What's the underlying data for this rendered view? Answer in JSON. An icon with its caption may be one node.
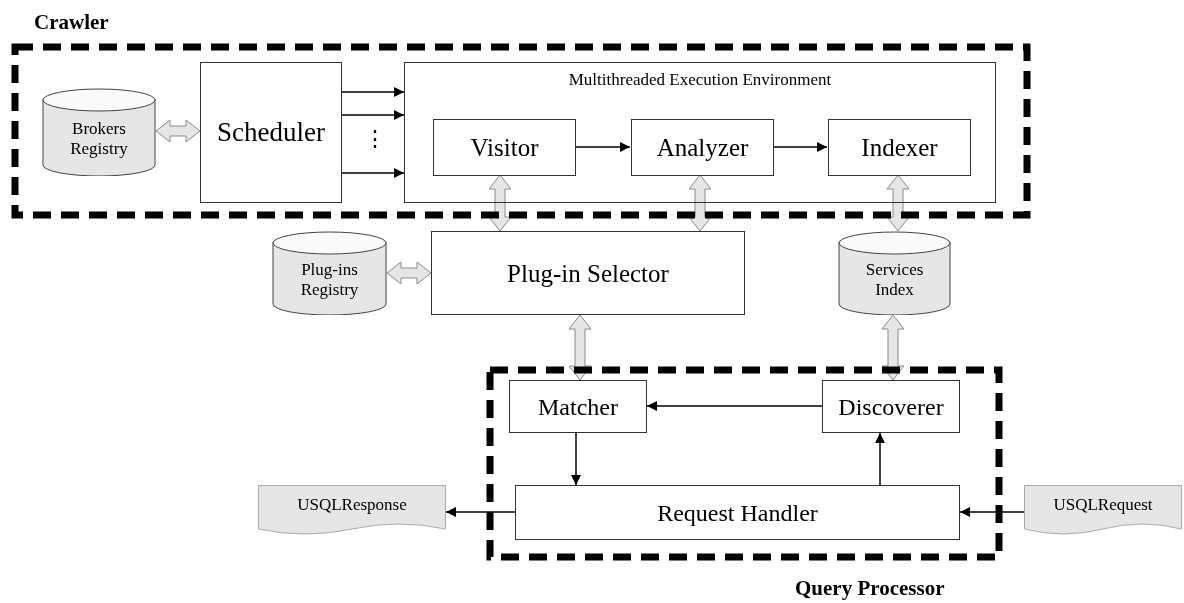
{
  "diagram": {
    "nodes": [
      {
        "text": [
          "Crawler"
        ]
      },
      {
        "text": [
          "Brokers Registry"
        ],
        "in": 0
      },
      {
        "text": [
          "Scheduler"
        ],
        "in": 0
      },
      {
        "text": [
          "Multithreaded Execution Environment"
        ],
        "in": 0
      },
      {
        "text": [
          "Visitor"
        ],
        "in": 3
      },
      {
        "text": [
          "Analyzer"
        ],
        "in": 3
      },
      {
        "text": [
          "Indexer"
        ],
        "in": 3
      },
      {
        "text": [
          "Plug-ins Registry"
        ]
      },
      {
        "text": [
          "Plug-in Selector"
        ]
      },
      {
        "text": [
          "Services Index"
        ]
      },
      {
        "text": [
          "Query Processor"
        ]
      },
      {
        "text": [
          "Matcher"
        ],
        "in": 10
      },
      {
        "text": [
          "Discoverer"
        ],
        "in": 10
      },
      {
        "text": [
          "Request Handler"
        ],
        "in": 10
      },
      {
        "text": [
          "USQLResponse"
        ]
      },
      {
        "text": [
          "USQLRequest"
        ]
      }
    ],
    "edges": [
      {
        "from": 1,
        "to": 2,
        "arrow": "both",
        "style": "thick",
        "color": "#e6e6e6"
      },
      {
        "from": 2,
        "to": 3,
        "arrow": "to"
      },
      {
        "from": 2,
        "to": 3,
        "arrow": "to"
      },
      {
        "from": 2,
        "to": 3,
        "arrow": "to"
      },
      {
        "from": 4,
        "to": 5,
        "arrow": "to"
      },
      {
        "from": 5,
        "to": 6,
        "arrow": "to"
      },
      {
        "from": 4,
        "to": 8,
        "arrow": "both",
        "style": "thick",
        "color": "#e6e6e6"
      },
      {
        "from": 5,
        "to": 8,
        "arrow": "both",
        "style": "thick",
        "color": "#e6e6e6"
      },
      {
        "from": 6,
        "to": 9,
        "arrow": "both",
        "style": "thick",
        "color": "#e6e6e6"
      },
      {
        "from": 7,
        "to": 8,
        "arrow": "both",
        "style": "thick",
        "color": "#e6e6e6"
      },
      {
        "from": 8,
        "to": 11,
        "arrow": "both",
        "style": "thick",
        "color": "#e6e6e6"
      },
      {
        "from": 9,
        "to": 12,
        "arrow": "both",
        "style": "thick",
        "color": "#e6e6e6"
      },
      {
        "from": 12,
        "to": 11,
        "arrow": "to"
      },
      {
        "from": 11,
        "to": 13,
        "arrow": "to"
      },
      {
        "from": 13,
        "to": 12,
        "arrow": "to"
      },
      {
        "from": 13,
        "to": 14,
        "arrow": "to"
      },
      {
        "from": 15,
        "to": 13,
        "arrow": "to"
      }
    ],
    "labels": [
      "⋮"
    ]
  }
}
